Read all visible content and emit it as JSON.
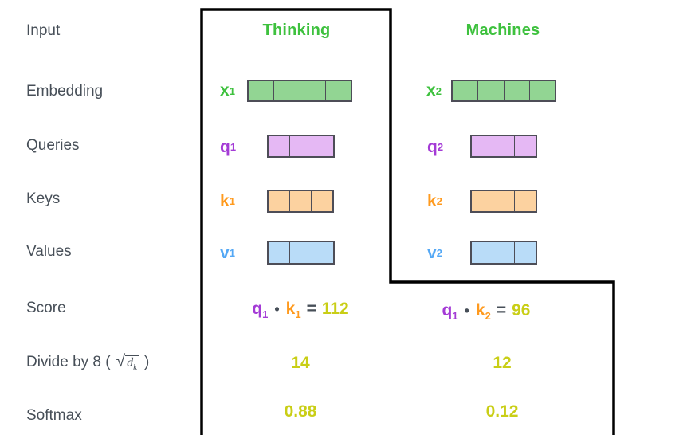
{
  "left_labels": {
    "input": "Input",
    "embedding": "Embedding",
    "queries": "Queries",
    "keys": "Keys",
    "values": "Values",
    "score": "Score",
    "divide_prefix": "Divide by 8 (",
    "divide_radical": "√",
    "divide_radicand": "d",
    "divide_radicand_sub": "k",
    "divide_suffix": ")",
    "softmax": "Softmax"
  },
  "columns": [
    {
      "header": "Thinking",
      "embedding": {
        "base": "x",
        "sub": "1"
      },
      "query": {
        "base": "q",
        "sub": "1"
      },
      "key": {
        "base": "k",
        "sub": "1"
      },
      "value": {
        "base": "v",
        "sub": "1"
      },
      "score": {
        "q": "q",
        "q_sub": "1",
        "dot": "•",
        "k": "k",
        "k_sub": "1",
        "eq": "=",
        "result": "112"
      },
      "divide_result": "14",
      "softmax_result": "0.88"
    },
    {
      "header": "Machines",
      "embedding": {
        "base": "x",
        "sub": "2"
      },
      "query": {
        "base": "q",
        "sub": "2"
      },
      "key": {
        "base": "k",
        "sub": "2"
      },
      "value": {
        "base": "v",
        "sub": "2"
      },
      "score": {
        "q": "q",
        "q_sub": "1",
        "dot": "•",
        "k": "k",
        "k_sub": "2",
        "eq": "=",
        "result": "96"
      },
      "divide_result": "12",
      "softmax_result": "0.12"
    }
  ],
  "vector_cells": {
    "embedding": 4,
    "qkv": 3
  },
  "colors": {
    "green_label": "#3ec13e",
    "green_fill": "#92d593",
    "purple_label": "#a43bd6",
    "purple_fill": "#e5b8f4",
    "orange_label": "#ff9a1e",
    "orange_fill": "#fcd2a0",
    "blue_label": "#54a8f5",
    "blue_fill": "#b9dcf8",
    "yellow_value": "#c9ce16",
    "dark_text": "#474f58",
    "cell_border": "#4d4d57",
    "box_border": "#000000"
  }
}
